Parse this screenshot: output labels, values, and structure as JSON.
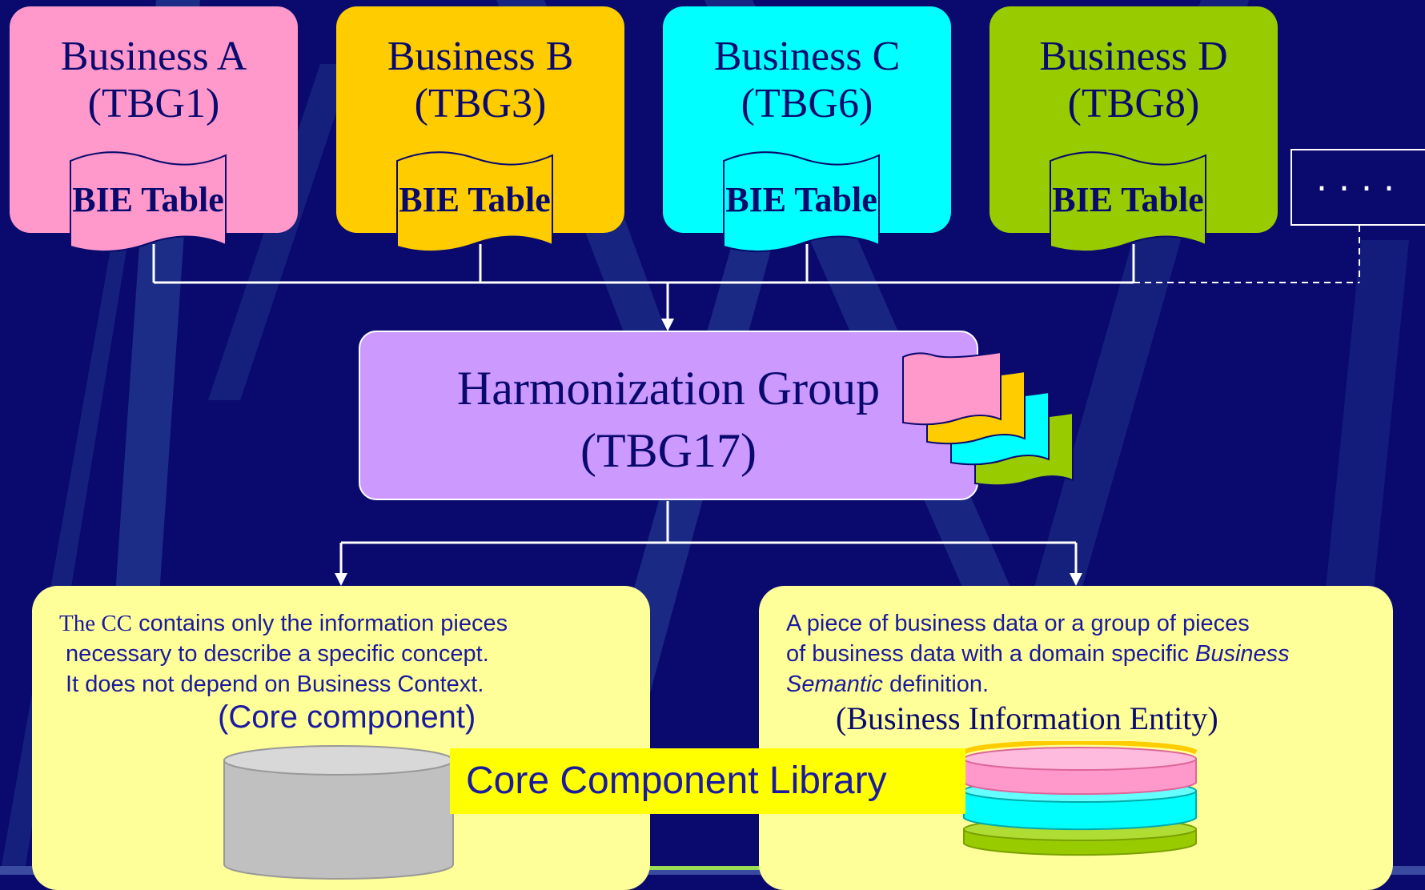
{
  "businesses": [
    {
      "name": "Business A",
      "tag": "(TBG1)",
      "table": "BIE Table",
      "color": "#ff99cc"
    },
    {
      "name": "Business B",
      "tag": "(TBG3)",
      "table": "BIE Table",
      "color": "#ffcc00"
    },
    {
      "name": "Business C",
      "tag": "(TBG6)",
      "table": "BIE Table",
      "color": "#00ffff"
    },
    {
      "name": "Business D",
      "tag": "(TBG8)",
      "table": "BIE Table",
      "color": "#99cc00"
    }
  ],
  "more": "....",
  "harmonization": {
    "title": "Harmonization Group",
    "tag": "(TBG17)",
    "color": "#cc99ff"
  },
  "left_panel": {
    "text_prefix": "The CC",
    "line1": " contains only the information pieces",
    "line2": " necessary to describe a specific concept.",
    "line3": " It does not depend on Business Context.",
    "label": "(Core component)"
  },
  "right_panel": {
    "line1": "A piece of business data or a group of pieces",
    "line2": "of business data with a domain specific ",
    "line2_italic": "Business",
    "line3_italic": "Semantic",
    "line3": " definition.",
    "label": "(Business Information Entity)"
  },
  "library": "Core Component Library",
  "colors": {
    "background": "#0a0a6e",
    "panel": "#ffff99",
    "library_label": "#ffff00",
    "cylinder_gray": "#c0c0c0"
  }
}
